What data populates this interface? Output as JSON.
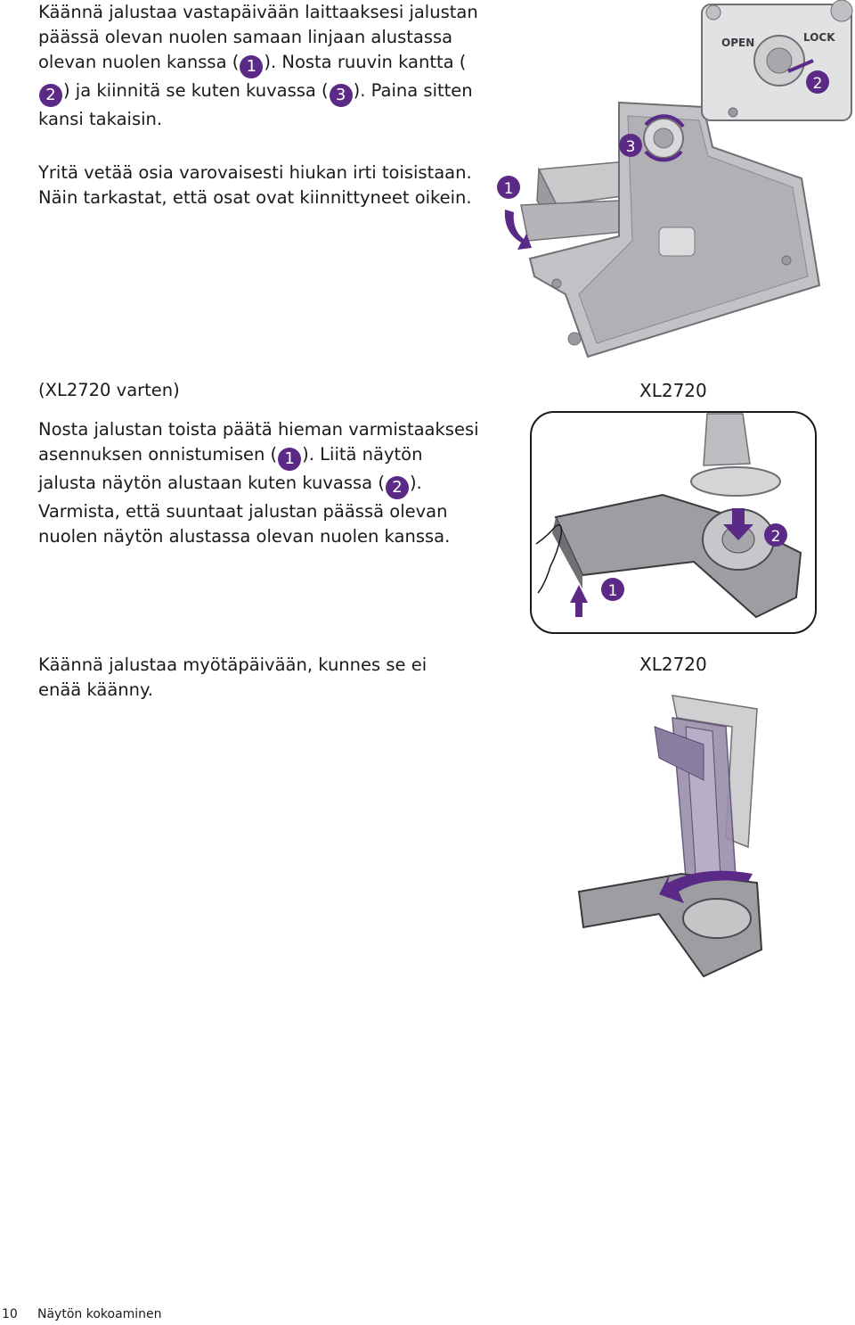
{
  "section1": {
    "p1_a": "Käännä jalustaa vastapäivään laittaaksesi jalustan päässä olevan nuolen samaan linjaan alustassa olevan nuolen kanssa (",
    "p1_n1": "1",
    "p1_b": "). Nosta ruuvin kantta (",
    "p1_n2": "2",
    "p1_c": ") ja kiinnitä se kuten kuvassa (",
    "p1_n3": "3",
    "p1_d": "). Paina sitten kansi takaisin.",
    "p2": "Yritä vetää osia varovaisesti hiukan irti toisistaan. Näin tarkastat, että osat ovat kiinnittyneet oikein.",
    "illus": {
      "open_label": "OPEN",
      "lock_label": "LOCK",
      "callout_1": "1",
      "callout_2": "2",
      "callout_3": "3"
    }
  },
  "section2": {
    "heading": "(XL2720 varten)",
    "model": "XL2720",
    "p_a": "Nosta jalustan toista päätä hieman varmistaaksesi asennuksen onnistumisen (",
    "p_n1": "1",
    "p_b": "). Liitä näytön jalusta näytön alustaan kuten kuvassa (",
    "p_n2": "2",
    "p_c": "). Varmista, että suuntaat jalustan päässä olevan nuolen näytön alustassa olevan nuolen kanssa.",
    "illus": {
      "callout_1": "1",
      "callout_2": "2"
    }
  },
  "section3": {
    "text": "Käännä jalustaa myötäpäivään, kunnes se ei enää käänny.",
    "model": "XL2720"
  },
  "footer": {
    "page_number": "10",
    "section_title": "Näytön kokoaminen"
  },
  "colors": {
    "accent": "#5b2a86",
    "arrow": "#5b2a86",
    "metal_light": "#d6d6d8",
    "metal_mid": "#a9a9ad",
    "metal_dark": "#6f6f74"
  }
}
